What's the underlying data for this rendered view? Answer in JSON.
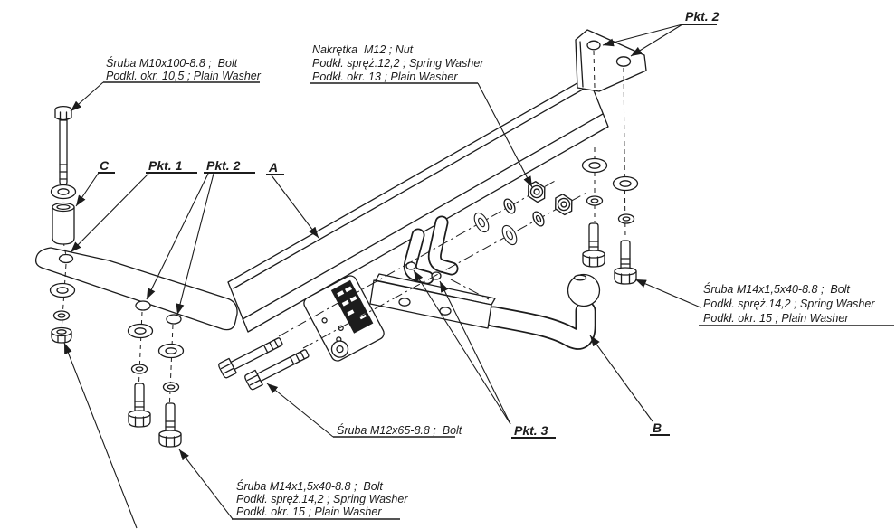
{
  "colors": {
    "line": "#1c1c1c",
    "background": "#ffffff"
  },
  "callouts": {
    "bolt_m10": {
      "line1": "Śruba M10x100-8.8 ;  Bolt",
      "line2": "Podkl. okr. 10,5 ; Plain Washer"
    },
    "nut_m12": {
      "line1": "Nakrętka  M12 ; Nut",
      "line2": "Podkł. spręż.12,2 ; Spring Washer",
      "line3": "Podkł. okr. 13 ; Plain Washer"
    },
    "pkt2_top": {
      "label": "Pkt. 2"
    },
    "part_c": {
      "label": "C"
    },
    "pkt1": {
      "label": "Pkt. 1"
    },
    "pkt2_left": {
      "label": "Pkt. 2"
    },
    "part_a": {
      "label": "A"
    },
    "bolt_m14_right": {
      "line1": "Śruba M14x1,5x40-8.8 ;  Bolt",
      "line2": "Podkł. spręż.14,2 ; Spring Washer",
      "line3": "Podkł. okr. 15 ; Plain Washer"
    },
    "bolt_m12x65": {
      "line1": "Śruba M12x65-8.8 ;  Bolt"
    },
    "pkt3": {
      "label": "Pkt. 3"
    },
    "part_b": {
      "label": "B"
    },
    "bolt_m14_bottom": {
      "line1": "Śruba M14x1,5x40-8.8 ;  Bolt",
      "line2": "Podkł. spręż.14,2 ; Spring Washer",
      "line3": "Podkł. okr. 15 ; Plain Washer"
    }
  }
}
